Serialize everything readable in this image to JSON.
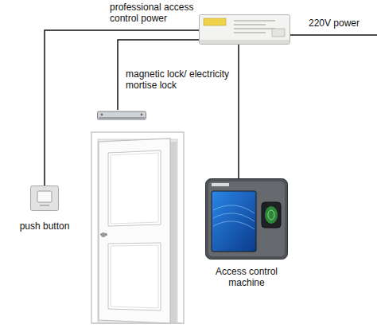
{
  "diagram": {
    "nodes": [
      {
        "text": [
          "professional access control power"
        ]
      },
      {
        "text": [
          "magnetic lock/ electricity mortise lock"
        ]
      },
      {
        "text": [
          "push button"
        ]
      },
      {
        "text": [
          "Access control machine"
        ]
      }
    ],
    "edges": [
      {
        "from": 0,
        "to": 1,
        "arrow": "none"
      },
      {
        "from": 0,
        "to": 2,
        "arrow": "none"
      },
      {
        "from": 0,
        "to": 3,
        "arrow": "none"
      }
    ],
    "labels": [
      "220V power"
    ]
  }
}
